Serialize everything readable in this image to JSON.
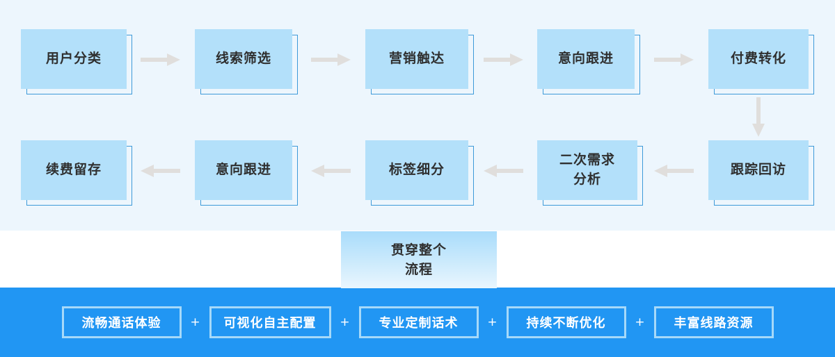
{
  "diagram": {
    "title": "",
    "colors": {
      "flow_background": "#edf6fd",
      "node_fill": "#b3e0fa",
      "node_outline": "#3d9ad9",
      "arrow": "#e0dedc",
      "banner": "#2196f3",
      "feature_border": "#a6d9f9",
      "node_text": "#2f2f2f",
      "banner_text": "#ffffff"
    },
    "row1": {
      "direction": "left-to-right",
      "nodes": [
        {
          "label": "用户分类"
        },
        {
          "label": "线索筛选"
        },
        {
          "label": "营销触达"
        },
        {
          "label": "意向跟进"
        },
        {
          "label": "付费转化"
        }
      ]
    },
    "vertical_connector": {
      "direction": "down",
      "from": "付费转化",
      "to": "跟踪回访"
    },
    "row2": {
      "direction": "right-to-left",
      "nodes": [
        {
          "label": "续费留存"
        },
        {
          "label": "意向跟进"
        },
        {
          "label": "标签细分"
        },
        {
          "label": "二次需求\n分析"
        },
        {
          "label": "跟踪回访"
        }
      ]
    },
    "center_card": {
      "label": "贯穿整个\n流程"
    },
    "banner": {
      "separator": "+",
      "features": [
        {
          "label": "流畅通话体验"
        },
        {
          "label": "可视化自主配置"
        },
        {
          "label": "专业定制话术"
        },
        {
          "label": "持续不断优化"
        },
        {
          "label": "丰富线路资源"
        }
      ]
    }
  }
}
